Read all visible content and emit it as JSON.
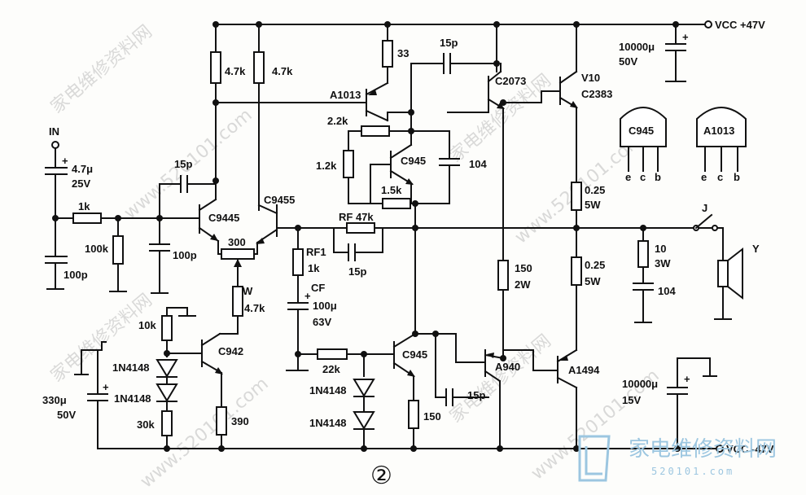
{
  "terminals": {
    "vcc_pos": "VCC +47V",
    "vcc_neg": "VCC -47V",
    "input": "IN",
    "switch": "J",
    "speaker": "Y"
  },
  "resistors": {
    "r_4k7_a": "4.7k",
    "r_4k7_b": "4.7k",
    "r_33": "33",
    "r_2k2": "2.2k",
    "r_1k2": "1.2k",
    "r_1k5": "1.5k",
    "r_1k": "1k",
    "r_100k": "100k",
    "r_300": "300",
    "r_w": "W",
    "r_w_val": "4.7k",
    "r_10k": "10k",
    "r_30k": "30k",
    "r_390": "390",
    "r_rf1": "RF1",
    "r_rf1_val": "1k",
    "r_rf": "RF 47k",
    "r_22k": "22k",
    "r_150a": "150",
    "r_150a_w": "2W",
    "r_150b": "150",
    "r_025a": "0.25",
    "r_025a_w": "5W",
    "r_025b": "0.25",
    "r_025b_w": "5W",
    "r_10": "10",
    "r_10_w": "3W"
  },
  "capacitors": {
    "c_in": "4.7μ",
    "c_in_v": "25V",
    "c_100p_a": "100p",
    "c_15p_a": "15p",
    "c_100p_b": "100p",
    "c_15p_b": "15p",
    "c_104_a": "104",
    "c_15p_c": "15p",
    "c_cf": "CF",
    "c_cf_val": "100μ",
    "c_cf_v": "63V",
    "c_330": "330μ",
    "c_330_v": "50V",
    "c_15p_d": "15p",
    "c_10000_a": "10000μ",
    "c_10000_a_v": "50V",
    "c_104_b": "104",
    "c_10000_b": "10000μ",
    "c_10000_b_v": "15V"
  },
  "transistors": {
    "q_c9445": "C9445",
    "q_c9455": "C9455",
    "q_a1013": "A1013",
    "q_c945_a": "C945",
    "q_c2073": "C2073",
    "q_v10": "V10",
    "q_c2383": "C2383",
    "q_c942": "C942",
    "q_c945_b": "C945",
    "q_a940": "A940",
    "q_a1494": "A1494"
  },
  "diodes": {
    "d_a1": "1N4148",
    "d_a2": "1N4148",
    "d_b1": "1N4148",
    "d_b2": "1N4148"
  },
  "pinout": {
    "pkg_c945": "C945",
    "pkg_a1013": "A1013",
    "pins": [
      "e",
      "c",
      "b"
    ]
  },
  "figure_number": "②",
  "watermark": {
    "text": "家电维修资料网",
    "site": "www.520101.com"
  },
  "logo": {
    "text": "家电维修资料网",
    "url": "520101.com"
  },
  "colors": {
    "ink": "#111111",
    "paper": "#fdfdfb",
    "watermark": "#bdbdbd",
    "logo": "#9cc6e0"
  }
}
